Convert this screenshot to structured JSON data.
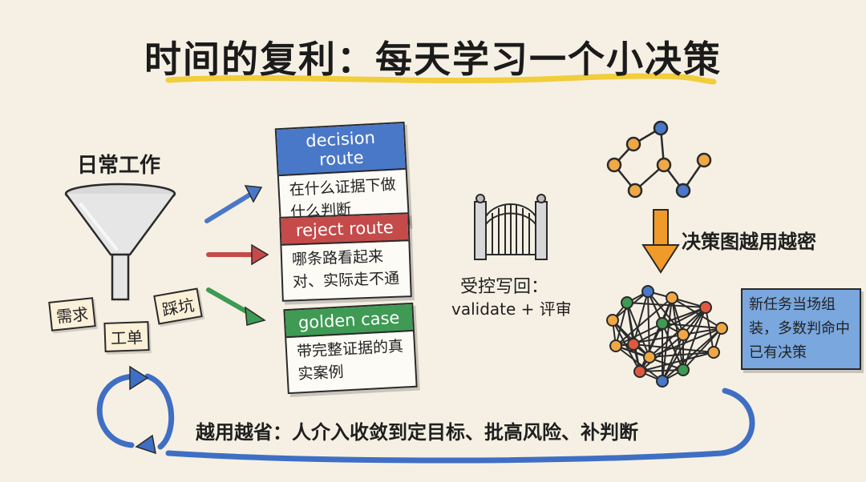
{
  "title": "时间的复利：每天学习一个小决策",
  "daily_work": {
    "label": "日常工作",
    "tags": [
      "需求",
      "工单",
      "踩坑"
    ]
  },
  "cards": [
    {
      "heading": "decision route",
      "text": "在什么证据下做什么判断",
      "color": "#4a78c8"
    },
    {
      "heading": "reject route",
      "text": "哪条路看起来对、实际走不通",
      "color": "#c54a4a"
    },
    {
      "heading": "golden case",
      "text": "带完整证据的真实案例",
      "color": "#3f9a54"
    }
  ],
  "gate": {
    "line1": "受控写回：",
    "line2": "validate + 评审"
  },
  "graph": {
    "label": "决策图越用越密"
  },
  "new_task_box": "新任务当场组装，多数判命中已有决策",
  "bottom_text": "越用越省：人介入收敛到定目标、批高风险、补判断",
  "colors": {
    "accent_yellow": "#f2cd3c",
    "node_blue": "#4a78c8",
    "node_orange": "#f0a847",
    "node_green": "#3f9a54",
    "node_red": "#e0593f",
    "loop_blue": "#3f6fc4"
  }
}
